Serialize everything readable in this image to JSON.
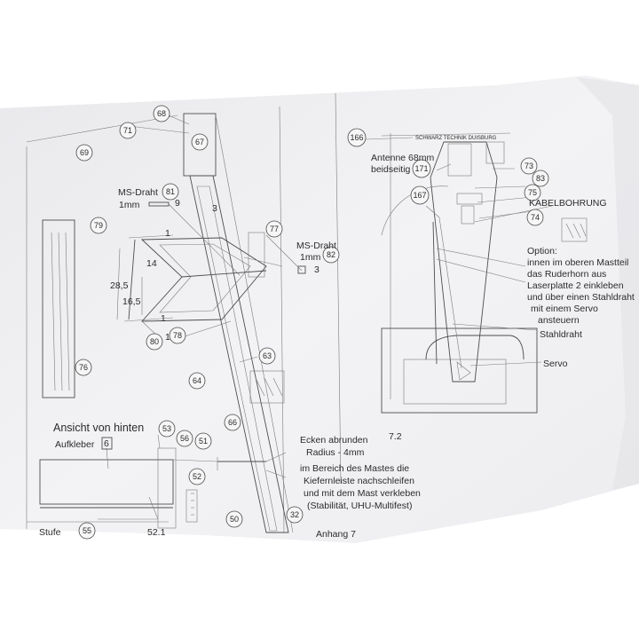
{
  "callouts": {
    "c68": "68",
    "c71": "71",
    "c69": "69",
    "c67": "67",
    "c81": "81",
    "c79": "79",
    "c77": "77",
    "c82": "82",
    "c80": "80",
    "c78": "78",
    "c76": "76",
    "c63": "63",
    "c64": "64",
    "c66": "66",
    "c53": "53",
    "c56": "56",
    "c51": "51",
    "c52": "52",
    "c50": "50",
    "c32": "32",
    "c55": "55",
    "c166": "166",
    "c171": "171",
    "c167": "167",
    "c73": "73",
    "c83": "83",
    "c75": "75",
    "c74": "74"
  },
  "left": {
    "ms_draht_top": "MS-Draht",
    "mm1_top": "1mm",
    "n9": "9",
    "n3a": "3",
    "n1a": "1",
    "n14": "14",
    "n28": "28,5",
    "n16": "16,5",
    "n1b": "1",
    "n1c": "1",
    "ms_draht_right": "MS-Draht",
    "mm1_right": "1mm",
    "n3b": "3"
  },
  "bottom": {
    "ansicht": "Ansicht von hinten",
    "aufkleber": "Aufkleber",
    "aufkleber_num": "6",
    "stufe": "Stufe",
    "n52_1": "52.1",
    "anhang": "Anhang 7"
  },
  "notes": {
    "ecken1": "Ecken abrunden",
    "ecken2": "Radius - 4mm",
    "mast1": "im Bereich des Mastes die",
    "mast2": "Kiefernleiste nachschleifen",
    "mast3": "und mit dem Mast verkleben",
    "mast4": "(Stabilität, UHU-Multifest)",
    "fig": "7.2"
  },
  "right": {
    "schwarz": "SCHWARZ TECHNIK DUISBURG",
    "antenne1": "Antenne 68mm",
    "antenne2": "beidseitig",
    "kabel": "KABELBOHRUNG",
    "opt1": "Option:",
    "opt2": "innen im oberen Mastteil",
    "opt3": "das Ruderhorn aus",
    "opt4": "Laserplatte 2 einkleben",
    "opt5": "und über einen Stahldraht",
    "opt6": "mit einem Servo",
    "opt7": "ansteuern",
    "stahldraht": "Stahldraht",
    "servo": "Servo"
  },
  "colors": {
    "paper": "#f2f2f4",
    "ink": "#2b2b2b",
    "shadow": "#dcdcdf",
    "background": "#ffffff"
  }
}
